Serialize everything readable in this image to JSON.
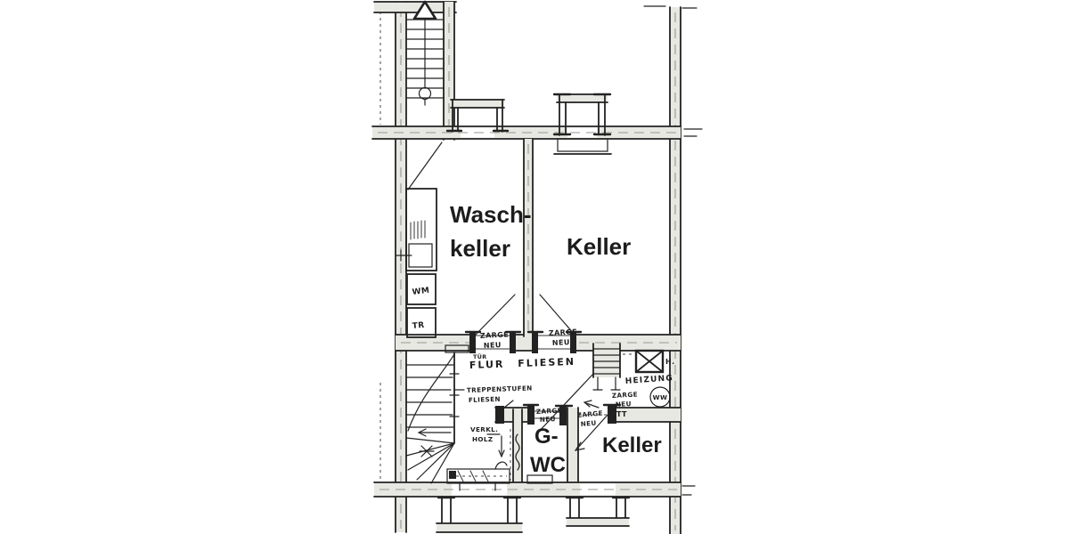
{
  "palette": {
    "paper": "#ffffff",
    "ink": "#222222",
    "wall_fill": "#e8e8e3",
    "dash_gray": "#97978f",
    "label_ink": "#1c1c1c"
  },
  "rooms": {
    "laundry": {
      "line1": "Wasch-",
      "line2": "keller"
    },
    "cellar_main": {
      "label": "Keller"
    },
    "guest_wc": {
      "line1": "G-",
      "line2": "WC"
    },
    "cellar_small": {
      "label": "Keller"
    }
  },
  "appliances": {
    "washing_machine": "WM",
    "dryer": "TR"
  },
  "heating": {
    "room": "HEIZUNG",
    "boiler": "H.",
    "hot_water": "WW"
  },
  "annotations": {
    "door_frame": {
      "line1": "ZARGE",
      "line2": "NEU"
    },
    "hall_floor": "FLUR FLIESEN",
    "stairs_note": {
      "line1": "TREPPENSTUFEN",
      "line2": "FLIESEN"
    },
    "cladding_note": {
      "line1": "VERKL.",
      "line2": "HOLZ"
    },
    "door_note": "TÜR",
    "jamb_mark": "TT"
  }
}
